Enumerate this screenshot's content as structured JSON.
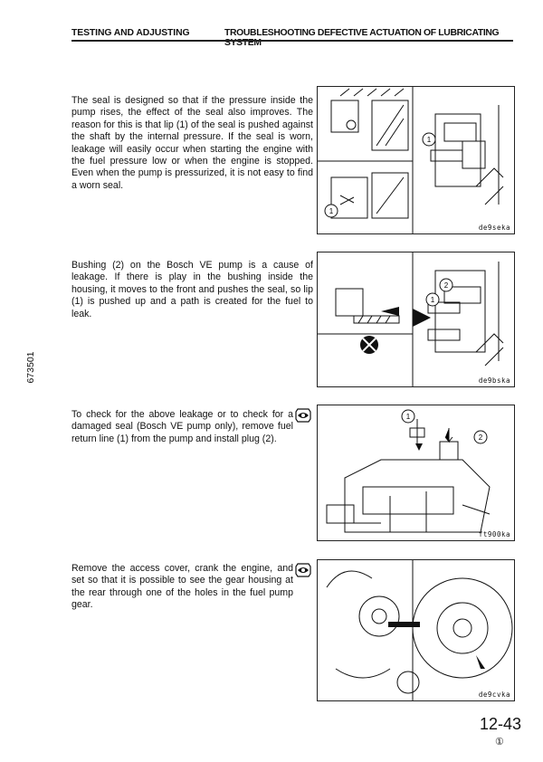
{
  "header": {
    "section": "TESTING AND ADJUSTING",
    "title": "TROUBLESHOOTING DEFECTIVE ACTUATION OF LUBRICATING SYSTEM"
  },
  "paragraphs": [
    "The seal is designed so that if the pressure inside the pump rises, the effect of the seal also improves. The reason for this is that lip (1) of the seal is pushed against the shaft by the internal pressure. If the seal is worn, leakage will easily occur when starting the engine with the fuel pressure low or when the engine is stopped. Even when the pump is pressurized, it is not easy to find a worn seal.",
    "Bushing (2) on the Bosch VE pump is a cause of leakage. If there is play in the bushing inside the housing, it moves to the front and pushes the seal, so lip (1) is pushed up and a path is created for the fuel to leak.",
    "To check for the above leakage or to check for a damaged seal (Bosch VE pump only), remove fuel return line (1) from the pump and install plug (2).",
    "Remove the access cover, crank the engine, and set so that it is possible to see the gear housing at the rear through one of the holes in the fuel pump gear."
  ],
  "figures": [
    {
      "caption": "de9seka",
      "callouts": [
        "1",
        "1"
      ]
    },
    {
      "caption": "de9bska",
      "callouts": [
        "1",
        "2"
      ]
    },
    {
      "caption": "ft900ka",
      "callouts": [
        "1",
        "2"
      ]
    },
    {
      "caption": "de9cvka"
    }
  ],
  "icons": {
    "inspect": "eye-icon"
  },
  "side_code": "673501",
  "page_number": "12-43",
  "revision_mark": "①"
}
